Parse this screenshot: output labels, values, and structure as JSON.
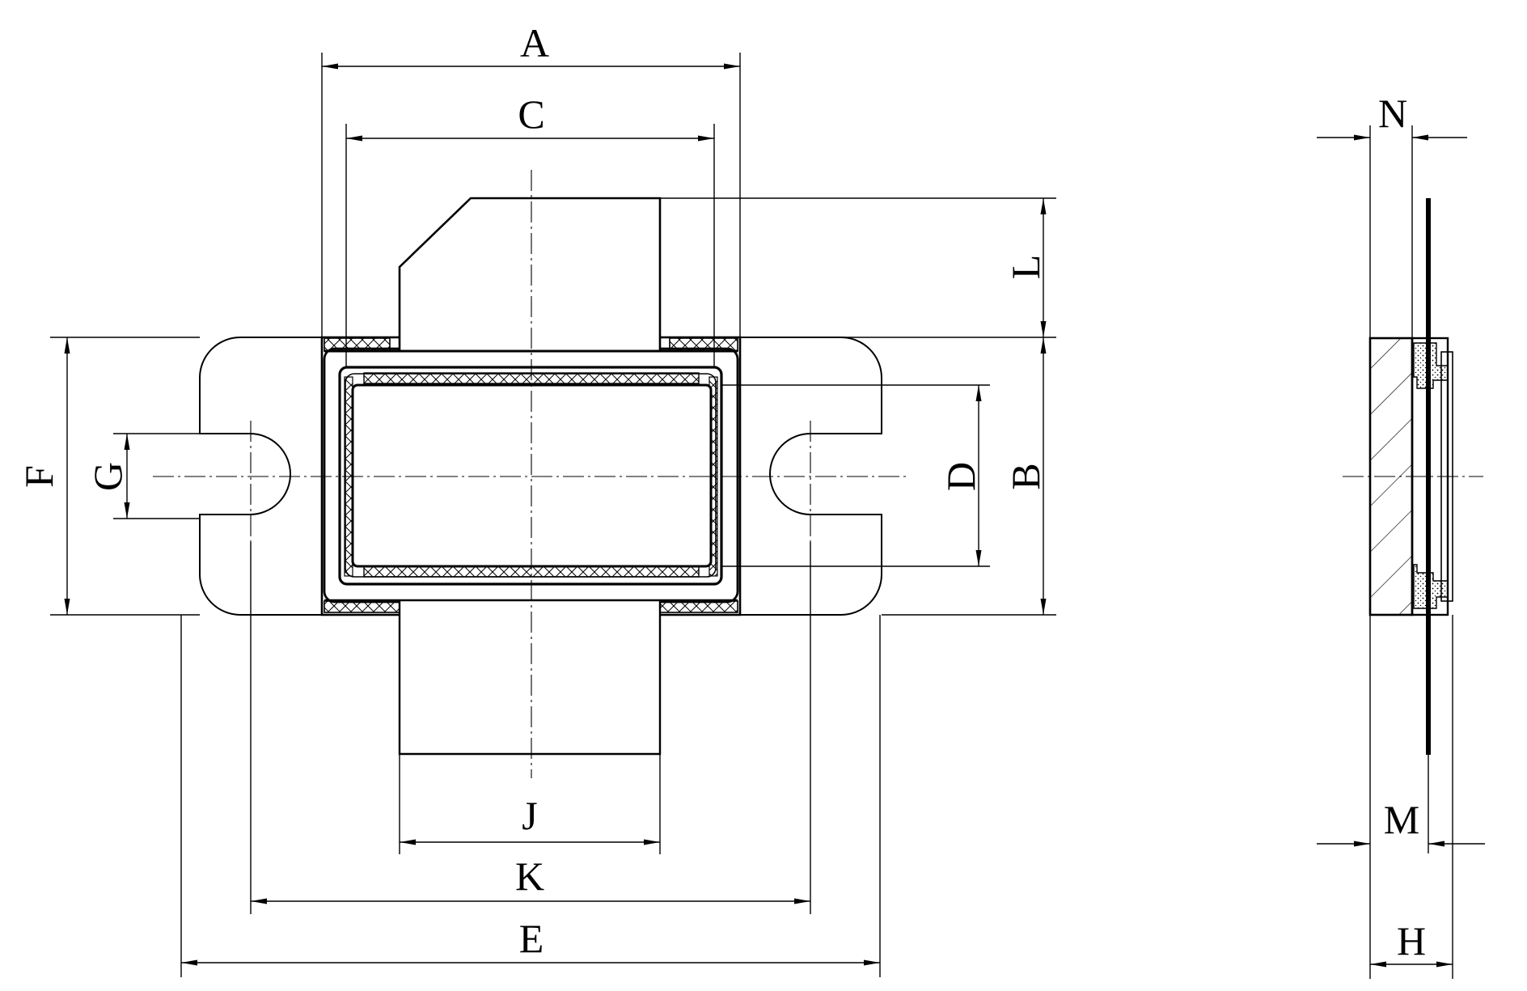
{
  "drawing": {
    "labels": {
      "A": "A",
      "B": "B",
      "C": "C",
      "D": "D",
      "E": "E",
      "F": "F",
      "G": "G",
      "H": "H",
      "J": "J",
      "K": "K",
      "L": "L",
      "M": "M",
      "N": "N"
    },
    "colors": {
      "line": "#000000",
      "background": "#ffffff"
    }
  }
}
